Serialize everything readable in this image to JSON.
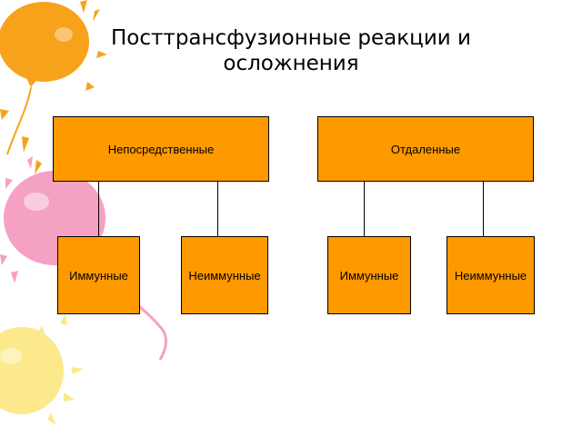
{
  "title": "Посттрансфузионные реакции и осложнения",
  "colors": {
    "box_fill": "#FF9900",
    "box_border": "#000000",
    "connector": "#000000",
    "balloon_orange": "#F7A21B",
    "balloon_pink": "#F5A1C4",
    "balloon_yellow": "#FCE98B"
  },
  "diagram": {
    "groups": [
      {
        "label": "Непосредственные",
        "children": [
          "Иммунные",
          "Неиммунные"
        ]
      },
      {
        "label": "Отдаленные",
        "children": [
          "Иммунные",
          "Неиммунные"
        ]
      }
    ]
  }
}
